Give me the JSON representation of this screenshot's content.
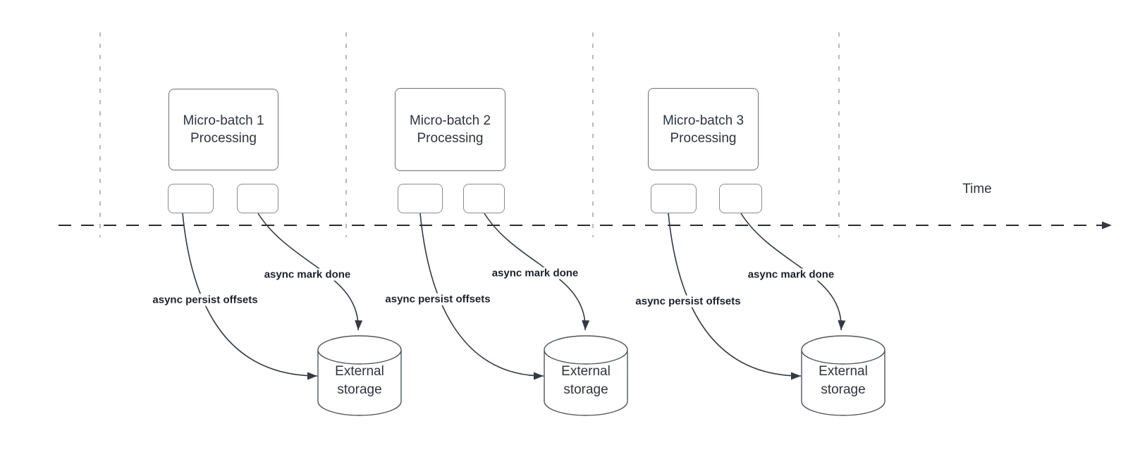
{
  "time_axis": {
    "label": "Time"
  },
  "columns": [
    {
      "batch_line1": "Micro-batch 1",
      "batch_line2": "Processing",
      "persist_label": "async persist offsets",
      "mark_done_label": "async mark done",
      "storage_label": "External storage"
    },
    {
      "batch_line1": "Micro-batch 2",
      "batch_line2": "Processing",
      "persist_label": "async persist offsets",
      "mark_done_label": "async mark done",
      "storage_label": "External storage"
    },
    {
      "batch_line1": "Micro-batch 3",
      "batch_line2": "Processing",
      "persist_label": "async persist offsets",
      "mark_done_label": "async mark done",
      "storage_label": "External storage"
    }
  ],
  "colors": {
    "stroke_dark": "#272c33",
    "arrow_stroke": "#343a41",
    "boundary_dash_gray": "#b7babf",
    "shape_border_gray": "#6a707a",
    "text_dark": "#2f343c"
  }
}
